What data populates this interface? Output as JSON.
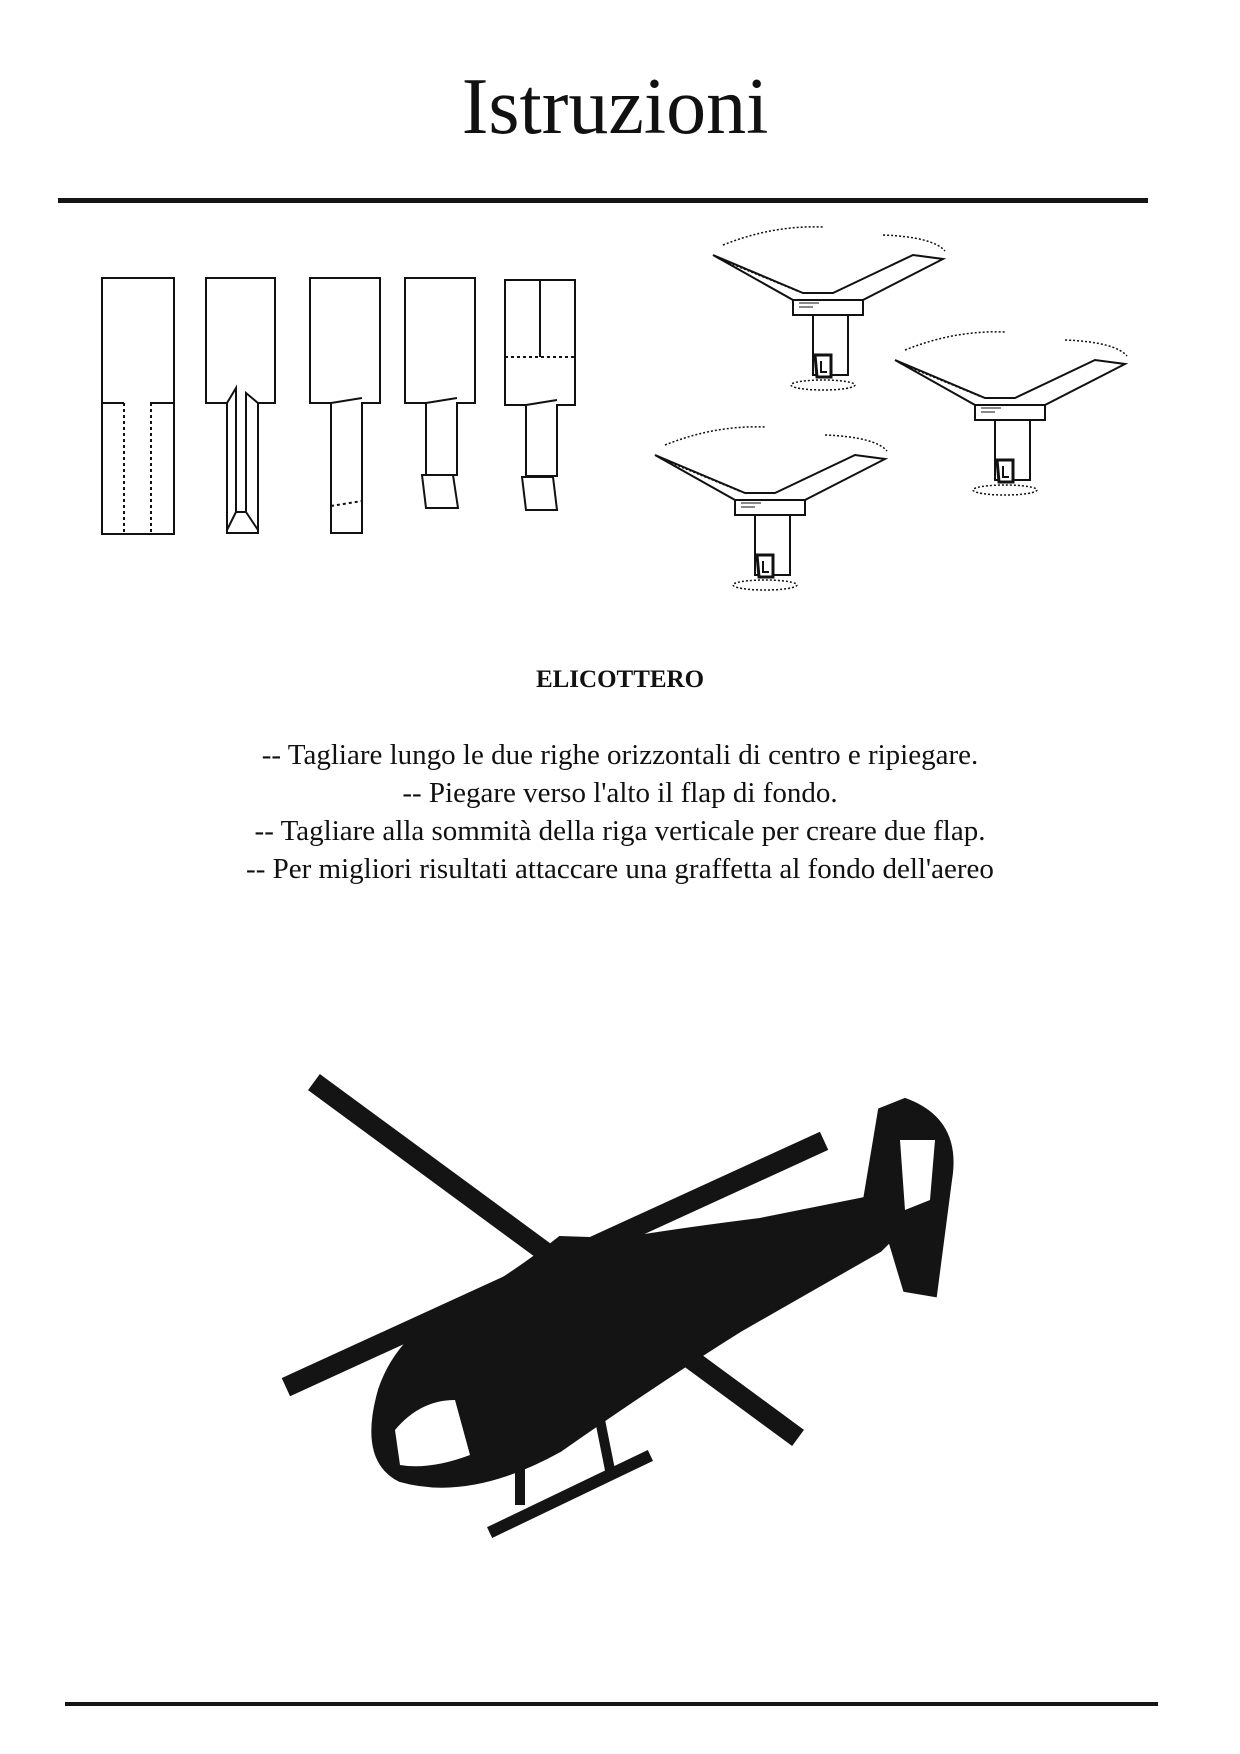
{
  "title": "Istruzioni",
  "section_heading": "ELICOTTERO",
  "instructions": [
    "-- Tagliare lungo le due righe orizzontali di centro e ripiegare.",
    "-- Piegare verso l'alto il flap di fondo.",
    "-- Tagliare alla sommità della riga verticale per creare due flap.",
    "-- Per migliori risultati attaccare una graffetta al fondo dell'aereo"
  ],
  "figures": {
    "folding_steps_count": 5,
    "paper_models_count": 3,
    "silhouette": "helicopter"
  }
}
